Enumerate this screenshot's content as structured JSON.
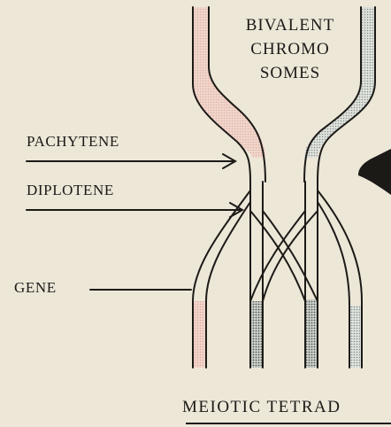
{
  "title": {
    "line1": "BIVALENT",
    "line2": "CHROMO",
    "line3": "SOMES"
  },
  "labels": {
    "pachytene": "PACHYTENE",
    "diplotene": "DIPLOTENE",
    "gene": "GENE"
  },
  "footer": "MEIOTIC TETRAD",
  "colors": {
    "background": "#ede7d8",
    "ink": "#1c1a17",
    "pink_stipple": "#e4a49a",
    "grey_stipple": "#9aa3a0"
  }
}
